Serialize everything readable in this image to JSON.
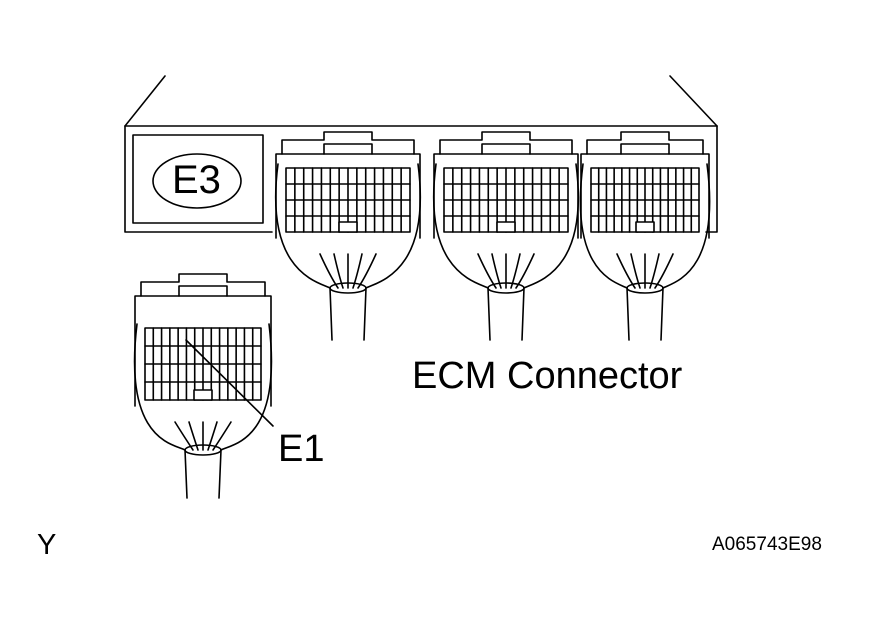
{
  "labels": {
    "ecm_connector": "ECM Connector",
    "e1": "E1",
    "e3": "E3",
    "corner_letter": "Y",
    "figure_code": "A065743E98"
  },
  "colors": {
    "line": "#000000",
    "background": "#ffffff"
  }
}
